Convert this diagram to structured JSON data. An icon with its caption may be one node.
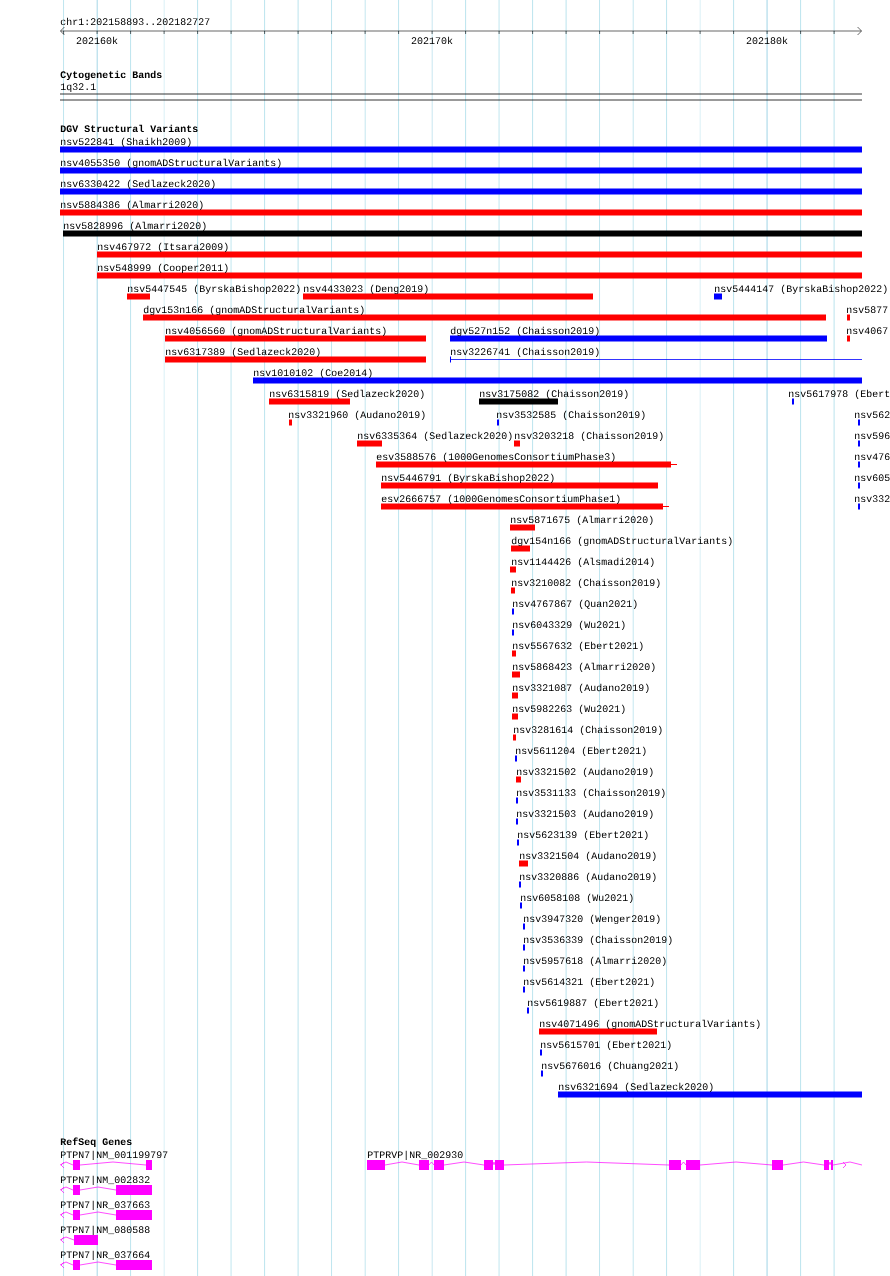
{
  "diagram": {
    "labels": [
      "chr1:202158893..202182727",
      "202160k",
      "202170k",
      "202180k",
      "Cytogenetic Bands",
      "1q32.1",
      "DGV Structural Variants",
      "nsv522841 (Shaikh2009)",
      "nsv4055350 (gnomADStructuralVariants)",
      "nsv6330422 (Sedlazeck2020)",
      "nsv5884386 (Almarri2020)",
      "nsv5828996 (Almarri2020)",
      "nsv467972 (Itsara2009)",
      "nsv548999 (Cooper2011)",
      "nsv5447545 (ByrskaBishop2022)",
      "nsv4433023 (Deng2019)",
      "nsv5444147 (ByrskaBishop2022)",
      "dgv153n166 (gnomADStructuralVariants)",
      "nsv5877",
      "nsv4056560 (gnomADStructuralVariants)",
      "dgv527n152 (Chaisson2019)",
      "nsv4067",
      "nsv6317389 (Sedlazeck2020)",
      "nsv3226741 (Chaisson2019)",
      "nsv1010102 (Coe2014)",
      "nsv6315819 (Sedlazeck2020)",
      "nsv3175082 (Chaisson2019)",
      "nsv5617978 (Ebert",
      "nsv3321960 (Audano2019)",
      "nsv3532585 (Chaisson2019)",
      "nsv562",
      "nsv6335364 (Sedlazeck2020)",
      "nsv3203218 (Chaisson2019)",
      "nsv596",
      "esv3588576 (1000GenomesConsortiumPhase3)",
      "nsv476",
      "nsv5446791 (ByrskaBishop2022)",
      "nsv605",
      "esv2666757 (1000GenomesConsortiumPhase1)",
      "nsv332",
      "nsv5871675 (Almarri2020)",
      "dgv154n166 (gnomADStructuralVariants)",
      "nsv1144426 (Alsmadi2014)",
      "nsv3210082 (Chaisson2019)",
      "nsv4767867 (Quan2021)",
      "nsv6043329 (Wu2021)",
      "nsv5567632 (Ebert2021)",
      "nsv5868423 (Almarri2020)",
      "nsv3321087 (Audano2019)",
      "nsv5982263 (Wu2021)",
      "nsv3281614 (Chaisson2019)",
      "nsv5611204 (Ebert2021)",
      "nsv3321502 (Audano2019)",
      "nsv3531133 (Chaisson2019)",
      "nsv3321503 (Audano2019)",
      "nsv5623139 (Ebert2021)",
      "nsv3321504 (Audano2019)",
      "nsv3320886 (Audano2019)",
      "nsv6058108 (Wu2021)",
      "nsv3947320 (Wenger2019)",
      "nsv3536339 (Chaisson2019)",
      "nsv5957618 (Almarri2020)",
      "nsv5614321 (Ebert2021)",
      "nsv5619887 (Ebert2021)",
      "nsv4071496 (gnomADStructuralVariants)",
      "nsv5615701 (Ebert2021)",
      "nsv5676016 (Chuang2021)",
      "nsv6321694 (Sedlazeck2020)",
      "RefSeq Genes",
      "PTPN7|NM_001199797",
      "PTPRVP|NR_002930",
      "PTPN7|NM_002832",
      "PTPN7|NR_037663",
      "PTPN7|NM_080588",
      "PTPN7|NR_037664"
    ]
  }
}
